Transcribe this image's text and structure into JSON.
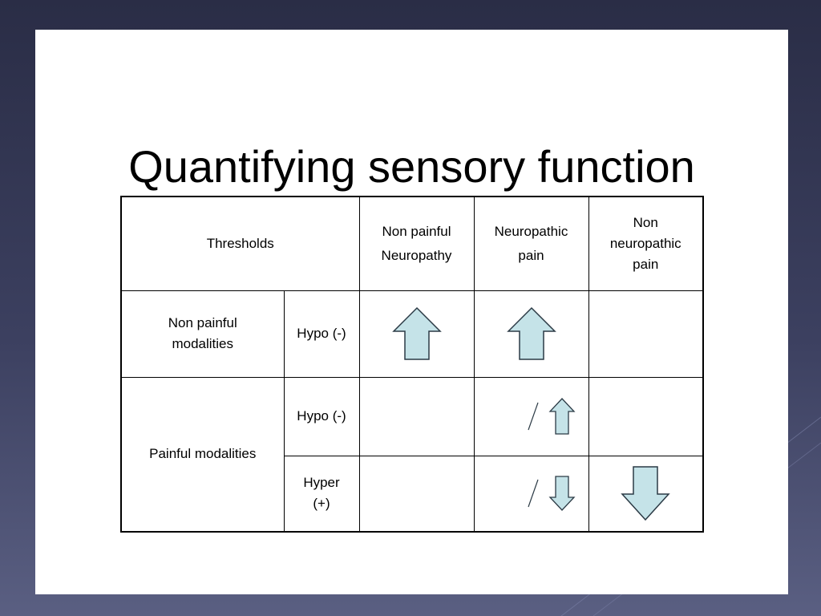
{
  "slide": {
    "title": "Quantifying sensory function"
  },
  "table": {
    "header": {
      "thresholds": "Thresholds",
      "col1": "Non painful Neuropathy",
      "col2": "Neuropathic pain",
      "col3": "Non neuropathic pain"
    },
    "rows": {
      "row1_group": "Non painful modalities",
      "row1_sub": "Hypo (-)",
      "row2_group": "Painful modalities",
      "row2_sub": "Hypo (-)",
      "row3_sub": "Hyper (+)"
    },
    "cells": {
      "r1_c1": "up-arrow-icon",
      "r1_c2": "up-arrow-icon",
      "r1_c3": "",
      "r2_c1": "",
      "r2_c2": "slash-up-arrow-icon",
      "r2_c3": "",
      "r3_c1": "",
      "r3_c2": "slash-down-arrow-icon",
      "r3_c3": "down-arrow-icon"
    }
  },
  "colors": {
    "arrow_fill": "#c5e3e8",
    "arrow_stroke": "#2b3a45",
    "background": "#3c4060",
    "slide": "#ffffff"
  }
}
